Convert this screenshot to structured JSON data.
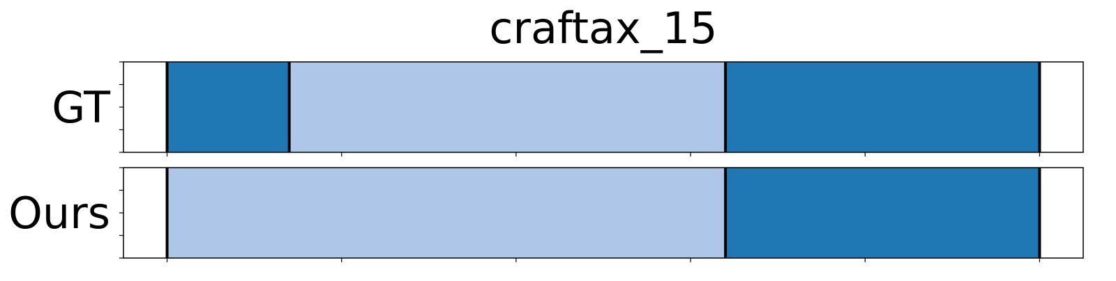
{
  "chart_data": {
    "type": "segmentation-timeline",
    "title": "craftax_15",
    "rows": [
      {
        "label": "GT",
        "segments": [
          {
            "start": 0,
            "end": 14,
            "class": "dark"
          },
          {
            "start": 14,
            "end": 64,
            "class": "light"
          },
          {
            "start": 64,
            "end": 100,
            "class": "dark"
          }
        ]
      },
      {
        "label": "Ours",
        "segments": [
          {
            "start": 0,
            "end": 64,
            "class": "light"
          },
          {
            "start": 64,
            "end": 100,
            "class": "dark"
          }
        ]
      }
    ],
    "xlim": [
      -5,
      105
    ],
    "x_ticks": [
      0,
      20,
      40,
      60,
      80,
      100
    ],
    "x_tick_labels_shown": false,
    "y_tick_labels_shown": false,
    "colors": {
      "dark": "#1f77b4",
      "light": "#aec7e8",
      "boundary": "#000000",
      "frame": "#000000"
    }
  }
}
